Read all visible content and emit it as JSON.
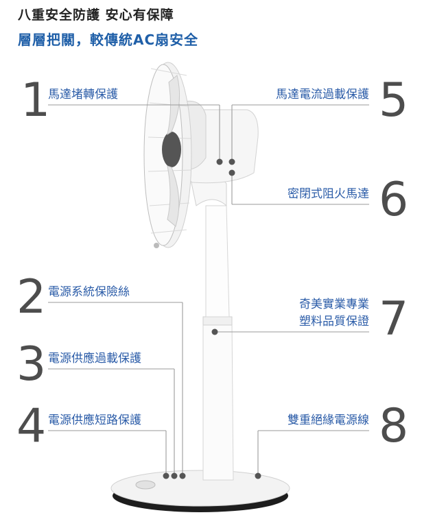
{
  "header": {
    "title": "八重安全防護 安心有保障",
    "subtitle": "層層把關，較傳統AC扇安全"
  },
  "features": [
    {
      "num": "1",
      "label": "馬達堵轉保護"
    },
    {
      "num": "2",
      "label": "電源系統保險絲"
    },
    {
      "num": "3",
      "label": "電源供應過載保護"
    },
    {
      "num": "4",
      "label": "電源供應短路保護"
    },
    {
      "num": "5",
      "label": "馬達電流過載保護"
    },
    {
      "num": "6",
      "label": "密閉式阻火馬達"
    },
    {
      "num": "7",
      "label_line1": "奇美實業專業",
      "label_line2": "塑料品質保證"
    },
    {
      "num": "8",
      "label": "雙重絕緣電源線"
    }
  ],
  "colors": {
    "title": "#222222",
    "subtitle": "#1f5fa8",
    "label": "#2b5ca8",
    "number": "#4d4d4d",
    "leader": "#9a9a9a",
    "dot": "#555555"
  }
}
